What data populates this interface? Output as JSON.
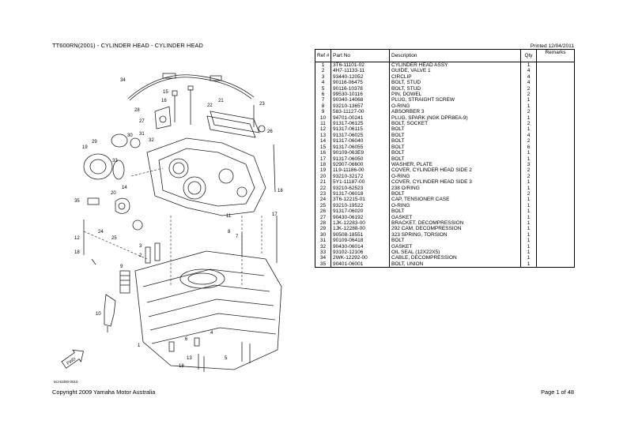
{
  "header": {
    "title": "TT600RN(2001) - CYLINDER HEAD - CYLINDER HEAD",
    "printed": "Printed 12/04/2011"
  },
  "table": {
    "columns": {
      "ref": "Ref #",
      "part_no": "Part No",
      "description": "Description",
      "qty": "Qty",
      "remarks": "Remarks"
    },
    "rows": [
      {
        "ref": "1",
        "part_no": "3T6-11101-02",
        "description": "CYLINDER HEAD ASSY",
        "qty": "1"
      },
      {
        "ref": "2",
        "part_no": "4H7-11133-11",
        "description": "GUIDE, VALVE 1",
        "qty": "4"
      },
      {
        "ref": "3",
        "part_no": "93440-12052",
        "description": "CIRCLIP",
        "qty": "4"
      },
      {
        "ref": "4",
        "part_no": "90116-06475",
        "description": "BOLT, STUD",
        "qty": "4"
      },
      {
        "ref": "5",
        "part_no": "90116-10378",
        "description": "BOLT, STUD",
        "qty": "2"
      },
      {
        "ref": "6",
        "part_no": "99530-10116",
        "description": "PIN, DOWEL",
        "qty": "2"
      },
      {
        "ref": "7",
        "part_no": "90340-14068",
        "description": "PLUG, STRAIGHT SCREW",
        "qty": "1"
      },
      {
        "ref": "8",
        "part_no": "93210-13657",
        "description": "O-RING",
        "qty": "1"
      },
      {
        "ref": "9",
        "part_no": "583-11127-00",
        "description": "ABSORBER 3",
        "qty": "2"
      },
      {
        "ref": "10",
        "part_no": "94701-00241",
        "description": "PLUG, SPARK (NGK DPR8EA-9)",
        "qty": "1"
      },
      {
        "ref": "11",
        "part_no": "91317-06125",
        "description": "BOLT, SOCKET",
        "qty": "2"
      },
      {
        "ref": "12",
        "part_no": "91317-06115",
        "description": "BOLT",
        "qty": "1"
      },
      {
        "ref": "13",
        "part_no": "91317-06025",
        "description": "BOLT",
        "qty": "4"
      },
      {
        "ref": "14",
        "part_no": "91317-06040",
        "description": "BOLT",
        "qty": "2"
      },
      {
        "ref": "15",
        "part_no": "91317-06055",
        "description": "BOLT",
        "qty": "6"
      },
      {
        "ref": "16",
        "part_no": "90109-063E9",
        "description": "BOLT",
        "qty": "1"
      },
      {
        "ref": "17",
        "part_no": "91317-06050",
        "description": "BOLT",
        "qty": "1"
      },
      {
        "ref": "18",
        "part_no": "92907-06600",
        "description": "WASHER, PLATE",
        "qty": "3"
      },
      {
        "ref": "19",
        "part_no": "1L9-11186-00",
        "description": "COVER, CYLINDER HEAD SIDE 2",
        "qty": "2"
      },
      {
        "ref": "20",
        "part_no": "93210-32172",
        "description": "O-RING",
        "qty": "2"
      },
      {
        "ref": "21",
        "part_no": "5Y1-11187-00",
        "description": "COVER, CYLINDER HEAD SIDE 3",
        "qty": "1"
      },
      {
        "ref": "22",
        "part_no": "93210-62523",
        "description": "238 O/RING",
        "qty": "1"
      },
      {
        "ref": "23",
        "part_no": "91317-06018",
        "description": "BOLT",
        "qty": "2"
      },
      {
        "ref": "24",
        "part_no": "3T6-12215-01",
        "description": "CAP, TENSIONER CASE",
        "qty": "1"
      },
      {
        "ref": "25",
        "part_no": "93210-19522",
        "description": "O-RING",
        "qty": "1"
      },
      {
        "ref": "26",
        "part_no": "91317-06020",
        "description": "BOLT",
        "qty": "1"
      },
      {
        "ref": "27",
        "part_no": "90430-06192",
        "description": "GASKET",
        "qty": "1"
      },
      {
        "ref": "28",
        "part_no": "1JK-12283-00",
        "description": "BRACKET, DECOMPRESSION",
        "qty": "1"
      },
      {
        "ref": "29",
        "part_no": "1JK-12288-00",
        "description": "292 CAM, DECOMPRESSION",
        "qty": "1"
      },
      {
        "ref": "30",
        "part_no": "90508-18551",
        "description": "323 SPRING, TORSION",
        "qty": "1"
      },
      {
        "ref": "31",
        "part_no": "90109-06418",
        "description": "BOLT",
        "qty": "1"
      },
      {
        "ref": "32",
        "part_no": "90430-06014",
        "description": "GASKET",
        "qty": "1"
      },
      {
        "ref": "33",
        "part_no": "93102-12106",
        "description": "OIL SEAL (12X22X5)",
        "qty": "1"
      },
      {
        "ref": "34",
        "part_no": "2WK-12292-00",
        "description": "CABLE, DECOMPRESSION",
        "qty": "1"
      },
      {
        "ref": "35",
        "part_no": "90401-06001",
        "description": "BOLT, UNION",
        "qty": "1"
      }
    ]
  },
  "diagram": {
    "code": "5CH3300-0010",
    "fwd": "FWD",
    "callouts": [
      "34",
      "15",
      "16",
      "28",
      "27",
      "31",
      "32",
      "30",
      "29",
      "19",
      "33",
      "21",
      "22",
      "23",
      "26",
      "20",
      "14",
      "18",
      "35",
      "24",
      "25",
      "12",
      "18",
      "11",
      "9",
      "10",
      "8",
      "7",
      "17",
      "3",
      "2",
      "4",
      "1",
      "6",
      "5",
      "18",
      "13"
    ]
  },
  "footer": {
    "copyright": "Copyright 2009 Yamaha Motor Australia",
    "page": "Page 1 of 48"
  }
}
